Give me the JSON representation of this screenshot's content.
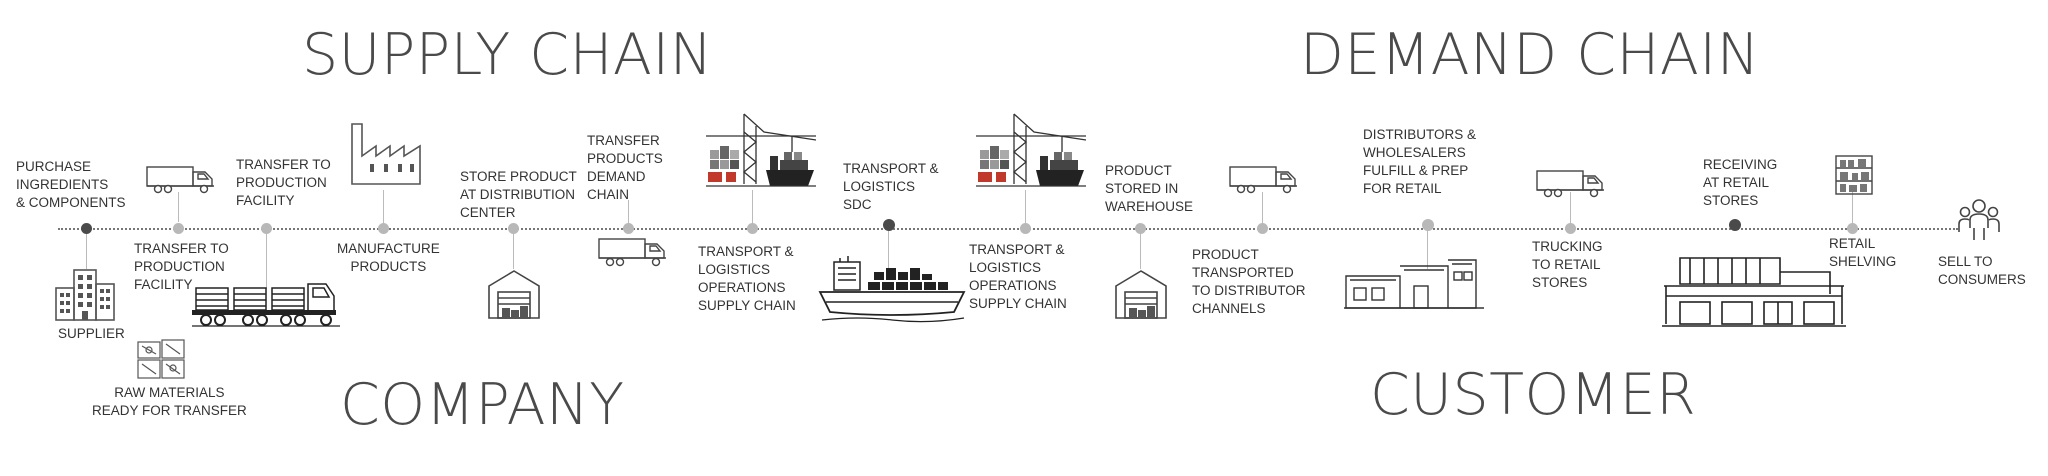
{
  "headings": {
    "supply_chain": "SUPPLY CHAIN",
    "demand_chain": "DEMAND CHAIN",
    "company": "COMPANY",
    "customer": "CUSTOMER"
  },
  "labels": {
    "purchase": "PURCHASE\nINGREDIENTS\n& COMPONENTS",
    "supplier": "SUPPLIER",
    "transfer_production_top": "TRANSFER TO\nPRODUCTION\nFACILITY",
    "transfer_production_bottom": "TRANSFER TO\nPRODUCTION\nFACILITY",
    "raw_materials": "RAW MATERIALS\nREADY FOR TRANSFER",
    "manufacture": "MANUFACTURE\nPRODUCTS",
    "store_dc": "STORE PRODUCT\nAT DISTRIBUTION\nCENTER",
    "transfer_demand": "TRANSFER\nPRODUCTS\nDEMAND\nCHAIN",
    "transport_ops_1": "TRANSPORT &\nLOGISTICS\nOPERATIONS\nSUPPLY CHAIN",
    "transport_sdc": "TRANSPORT &\nLOGISTICS\nSDC",
    "transport_ops_2": "TRANSPORT &\nLOGISTICS\nOPERATIONS\nSUPPLY CHAIN",
    "stored_warehouse": "PRODUCT\nSTORED IN\nWAREHOUSE",
    "transported_distributor": "PRODUCT\nTRANSPORTED\nTO DISTRIBUTOR\nCHANNELS",
    "distributors": "DISTRIBUTORS &\nWHOLESALERS\nFULFILL & PREP\nFOR RETAIL",
    "trucking": "TRUCKING\nTO RETAIL\nSTORES",
    "receiving": "RECEIVING\nAT RETAIL\nSTORES",
    "retail_shelving": "RETAIL\nSHELVING",
    "sell": "SELL TO\nCONSUMERS"
  },
  "colors": {
    "accent_red": "#c0392b",
    "line": "#777777",
    "dot_dark": "#4a4a4a",
    "dot_light": "#b8b8b8"
  }
}
